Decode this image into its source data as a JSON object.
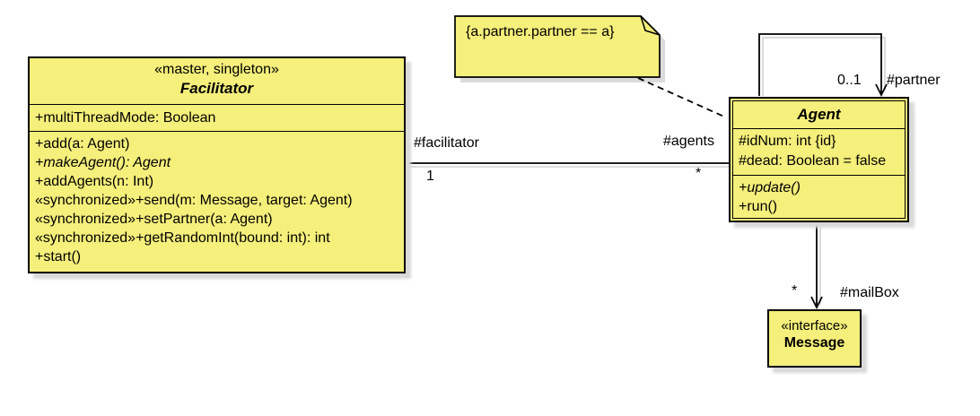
{
  "diagram_title": "Facilitator-Agent UML class diagram",
  "colors": {
    "box_fill": "#f5ef7b",
    "border": "#000000",
    "shadow": "#d9d9d9",
    "background": "#ffffff"
  },
  "note": {
    "text": "{a.partner.partner == a}"
  },
  "classes": {
    "facilitator": {
      "stereotype": "«master, singleton»",
      "name": "Facilitator",
      "attributes": [
        "+multiThreadMode: Boolean"
      ],
      "operations": [
        "+add(a: Agent)",
        "+makeAgent(): Agent",
        "+addAgents(n: Int)",
        "«synchronized»+send(m: Message, target: Agent)",
        "«synchronized»+setPartner(a: Agent)",
        "«synchronized»+getRandomInt(bound: int): int",
        "+start()"
      ]
    },
    "agent": {
      "name": "Agent",
      "attributes": [
        "#idNum: int {id}",
        "#dead: Boolean = false"
      ],
      "operations": [
        "+update()",
        "+run()"
      ]
    },
    "message": {
      "stereotype": "«interface»",
      "name": "Message"
    }
  },
  "associations": {
    "facilitator_agents": {
      "role_near_facilitator": "#facilitator",
      "multiplicity_near_facilitator": "1",
      "role_near_agent": "#agents",
      "multiplicity_near_agent": "*"
    },
    "partner_self_loop": {
      "multiplicity": "0..1",
      "role": "#partner"
    },
    "agent_mailbox": {
      "multiplicity": "*",
      "role": "#mailBox"
    }
  }
}
